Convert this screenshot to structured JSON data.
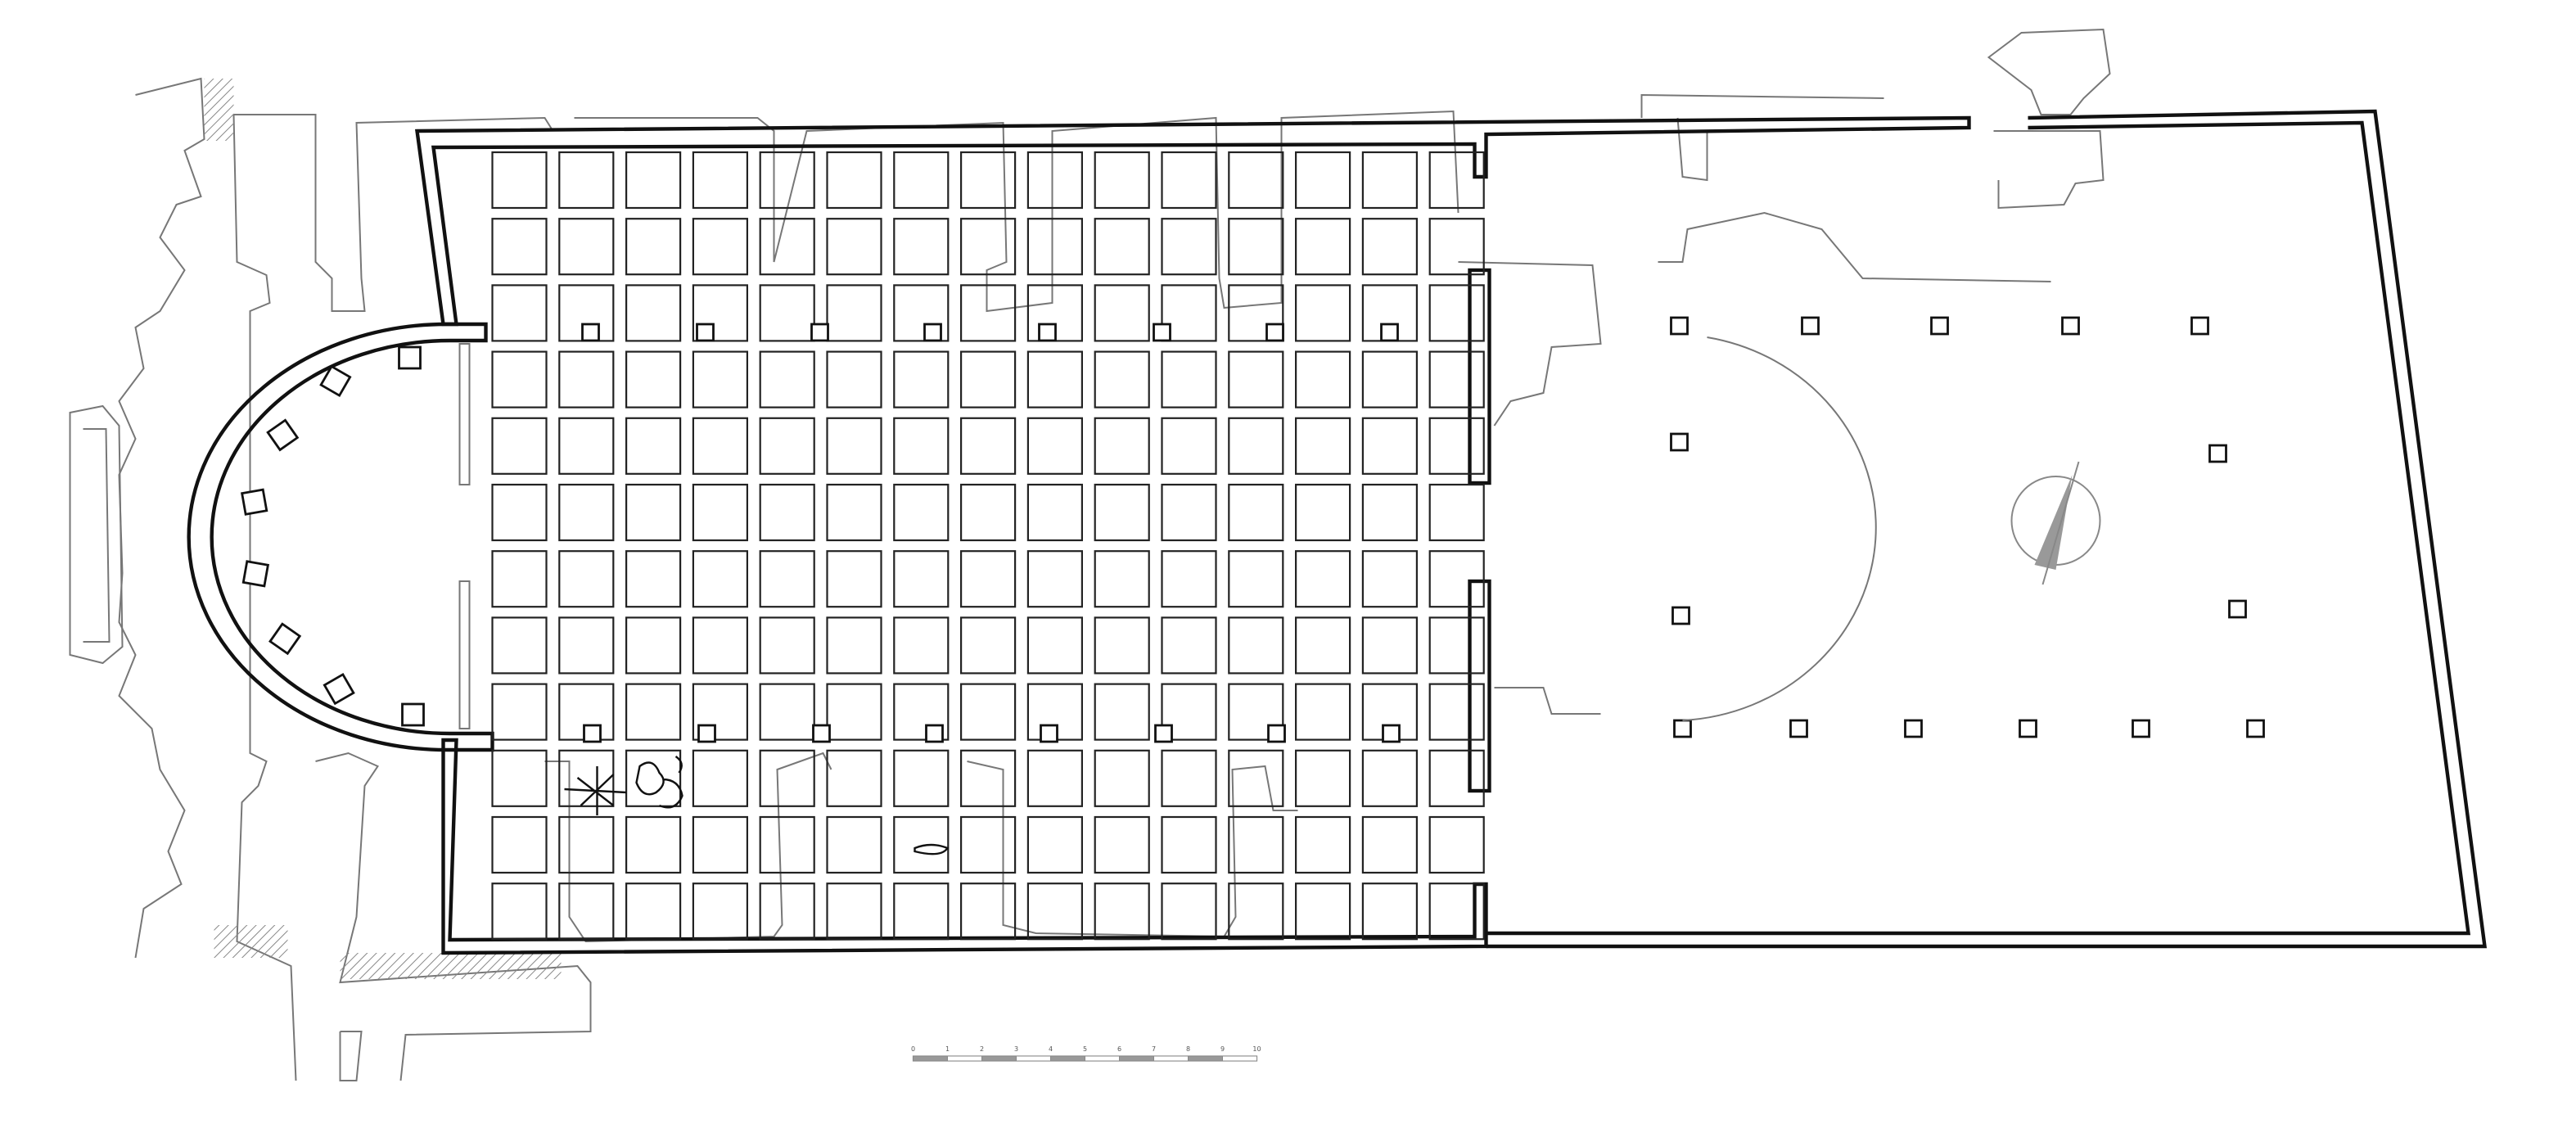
{
  "plan": {
    "scale_bar": {
      "labels": [
        "0",
        "1",
        "2",
        "3",
        "4",
        "5",
        "6",
        "7",
        "8",
        "9",
        "10"
      ]
    },
    "north_arrow": {
      "fill": "#999999"
    },
    "colors": {
      "wall": "#111111",
      "faint": "#777777",
      "hatch": "#999999"
    }
  }
}
